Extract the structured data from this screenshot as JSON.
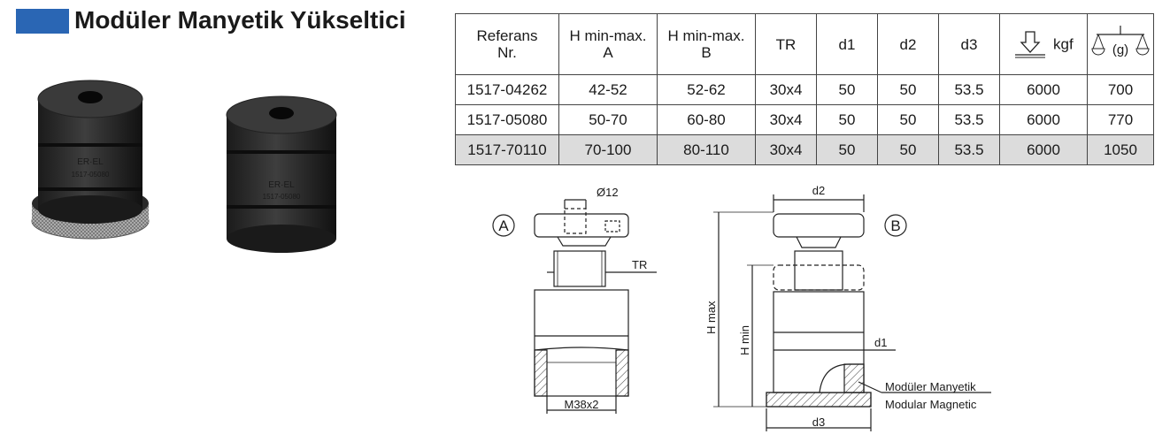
{
  "title": "Modüler Manyetik Yükseltici",
  "brand": {
    "colors": {
      "accent": "#2a66b4",
      "highlight_row": "#dcdcdc"
    }
  },
  "photos": {
    "product_a": {
      "logo": "ER·EL",
      "code": "1517-05080"
    },
    "product_b": {
      "logo": "ER·EL",
      "code": "1517-05080"
    }
  },
  "table": {
    "headers": [
      {
        "line1": "Referans",
        "line2": "Nr."
      },
      {
        "line1": "H min-max.",
        "line2": "A"
      },
      {
        "line1": "H min-max.",
        "line2": "B"
      },
      {
        "line1": "TR",
        "line2": ""
      },
      {
        "line1": "d1",
        "line2": ""
      },
      {
        "line1": "d2",
        "line2": ""
      },
      {
        "line1": "d3",
        "line2": ""
      },
      {
        "line1": "kgf",
        "line2": "",
        "icon": "load-icon"
      },
      {
        "line1": "(g)",
        "line2": "",
        "icon": "balance-scale-icon"
      }
    ],
    "rows": [
      [
        "1517-04262",
        "42-52",
        "52-62",
        "30x4",
        "50",
        "50",
        "53.5",
        "6000",
        "700"
      ],
      [
        "1517-05080",
        "50-70",
        "60-80",
        "30x4",
        "50",
        "50",
        "53.5",
        "6000",
        "770"
      ],
      [
        "1517-70110",
        "70-100",
        "80-110",
        "30x4",
        "50",
        "50",
        "53.5",
        "6000",
        "1050"
      ]
    ],
    "highlighted_row": 2
  },
  "drawing_a": {
    "marker": "A",
    "dia_label": "Ø12",
    "tr_label": "TR",
    "thread_label": "M38x2"
  },
  "drawing_b": {
    "marker": "B",
    "d2_label": "d2",
    "d1_label": "d1",
    "d3_label": "d3",
    "hmax_label": "H max",
    "hmin_label": "H min",
    "note_tr": "Modüler Manyetik",
    "note_en": "Modular Magnetic"
  }
}
